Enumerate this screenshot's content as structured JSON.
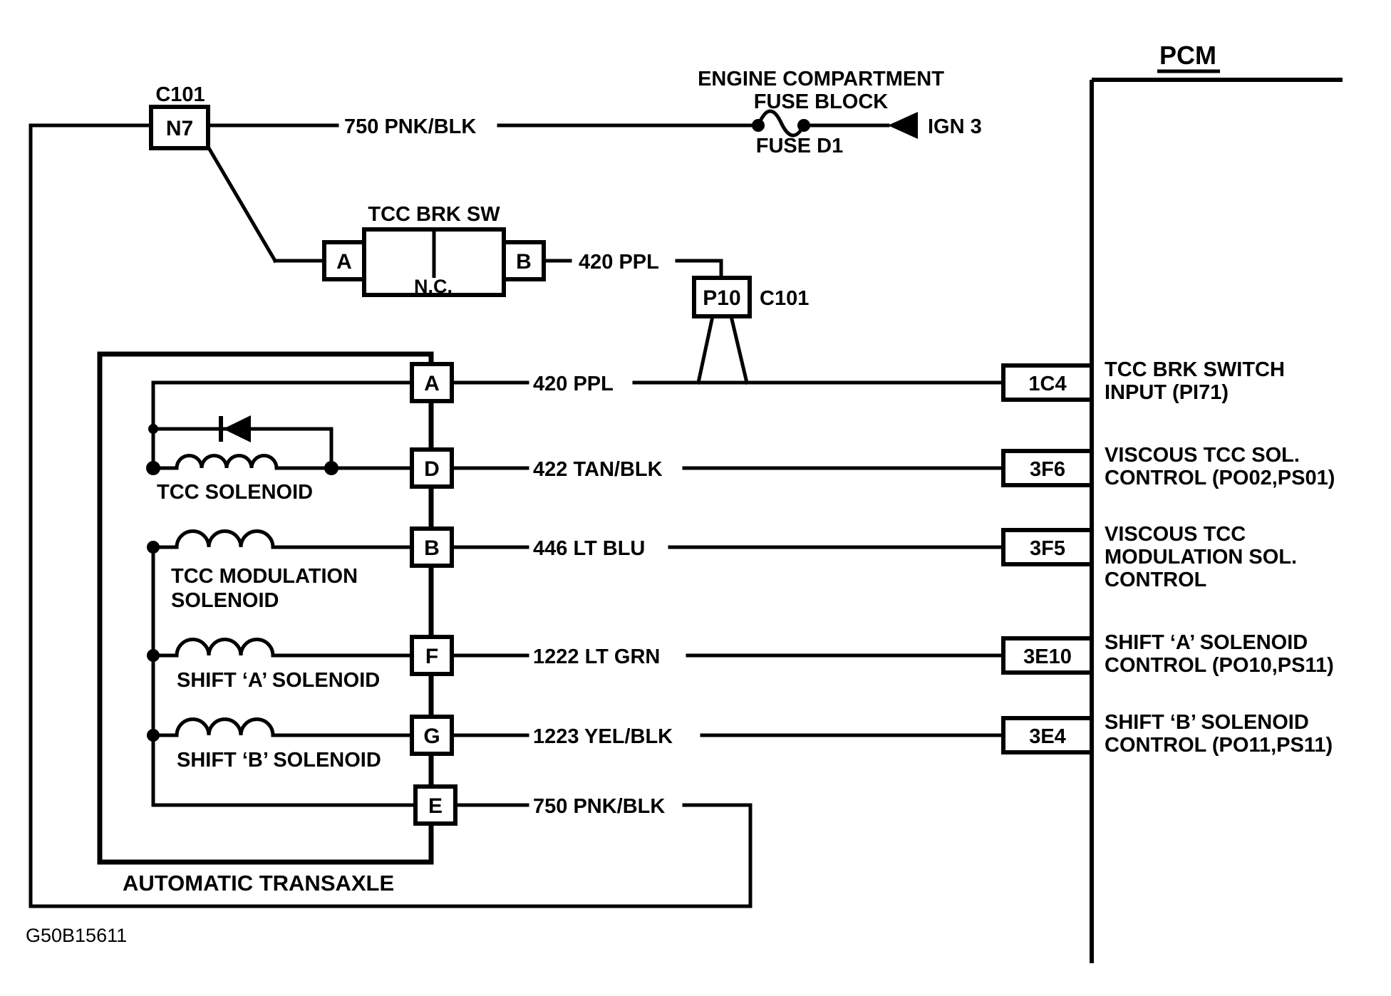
{
  "pcm": {
    "title": "PCM",
    "pins": [
      {
        "id": "1C4",
        "desc": [
          "TCC BRK SWITCH",
          "INPUT (PI71)"
        ]
      },
      {
        "id": "3F6",
        "desc": [
          "VISCOUS TCC SOL.",
          "CONTROL (PO02,PS01)"
        ]
      },
      {
        "id": "3F5",
        "desc": [
          "VISCOUS TCC",
          "MODULATION SOL.",
          "CONTROL"
        ]
      },
      {
        "id": "3E10",
        "desc": [
          "SHIFT ‘A’ SOLENOID",
          "CONTROL (PO10,PS11)"
        ]
      },
      {
        "id": "3E4",
        "desc": [
          "SHIFT ‘B’ SOLENOID",
          "CONTROL (PO11,PS11)"
        ]
      }
    ]
  },
  "connectors": {
    "c101_top": {
      "name": "C101",
      "pin": "N7"
    },
    "c101_mid": {
      "name": "C101",
      "pin": "P10"
    }
  },
  "fuse": {
    "block_line1": "ENGINE COMPARTMENT",
    "block_line2": "FUSE BLOCK",
    "label": "FUSE D1",
    "feed": "IGN 3"
  },
  "brake_switch": {
    "title": "TCC BRK SW",
    "term_a": "A",
    "term_b": "B",
    "state": "N.C."
  },
  "wires": {
    "w750_top": "750 PNK/BLK",
    "w420_sw": "420 PPL",
    "w420": "420 PPL",
    "w422": "422 TAN/BLK",
    "w446": "446 LT BLU",
    "w1222": "1222 LT GRN",
    "w1223": "1223 YEL/BLK",
    "w750_bot": "750 PNK/BLK"
  },
  "transaxle": {
    "label": "AUTOMATIC TRANSAXLE",
    "tcc_solenoid": "TCC SOLENOID",
    "tcc_mod_line1": "TCC MODULATION",
    "tcc_mod_line2": "SOLENOID",
    "shift_a": "SHIFT ‘A’ SOLENOID",
    "shift_b": "SHIFT ‘B’ SOLENOID",
    "terminals": {
      "a": "A",
      "d": "D",
      "b": "B",
      "f": "F",
      "g": "G",
      "e": "E"
    }
  },
  "figure_id": "G50B15611",
  "colors": {
    "line": "#000000",
    "background": "#ffffff"
  }
}
